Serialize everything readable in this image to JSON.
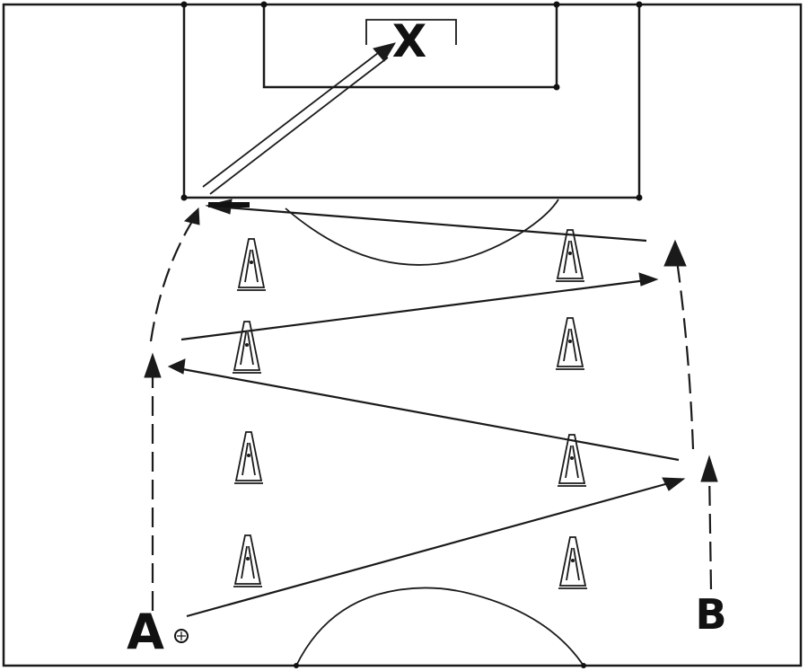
{
  "diagram": {
    "players": [
      {
        "id": "A",
        "label": "A",
        "has_ball": true
      },
      {
        "id": "B",
        "label": "B",
        "has_ball": false
      }
    ],
    "target": {
      "label": "X"
    },
    "cones_count": 8,
    "colors": {
      "lines": "#1a1a1a",
      "background": "#ffffff"
    }
  }
}
